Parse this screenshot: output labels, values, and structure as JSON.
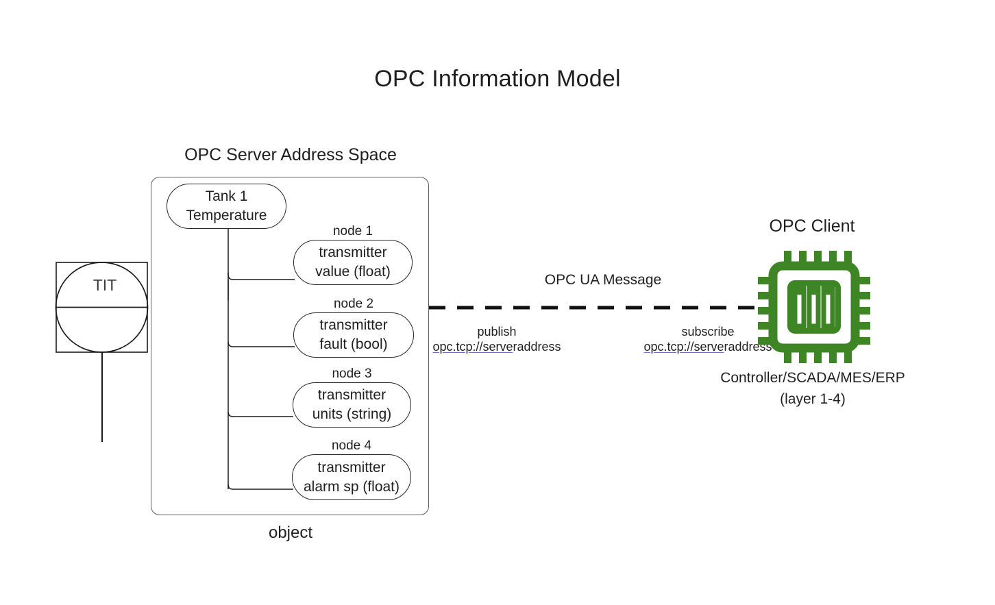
{
  "title": "OPC Information Model",
  "colors": {
    "chip_green": "#3e8526",
    "line_black": "#1a1a1a",
    "box_gray": "#5c5c5c",
    "link_underline": "#6f6fc4"
  },
  "server": {
    "caption": "OPC Server Address Space",
    "object_caption": "object",
    "root_node": {
      "line1": "Tank 1",
      "line2": "Temperature"
    },
    "nodes": [
      {
        "caption": "node 1",
        "line1": "transmitter",
        "line2": "value (float)"
      },
      {
        "caption": "node 2",
        "line1": "transmitter",
        "line2": "fault (bool)"
      },
      {
        "caption": "node 3",
        "line1": "transmitter",
        "line2": "units (string)"
      },
      {
        "caption": "node 4",
        "line1": "transmitter",
        "line2": "alarm sp (float)"
      }
    ]
  },
  "instrument": {
    "tag": "TIT"
  },
  "link": {
    "message_label": "OPC UA Message",
    "publish": {
      "role": "publish",
      "url_link": "opc.tcp://serve",
      "url_rest": "raddress"
    },
    "subscribe": {
      "role": "subscribe",
      "url_link": "opc.tcp://serve",
      "url_rest": "raddress"
    }
  },
  "client": {
    "caption": "OPC Client",
    "icon": "cpu-chip-icon",
    "subtitle_line1": "Controller/SCADA/MES/ERP",
    "subtitle_line2": "(layer 1-4)"
  }
}
